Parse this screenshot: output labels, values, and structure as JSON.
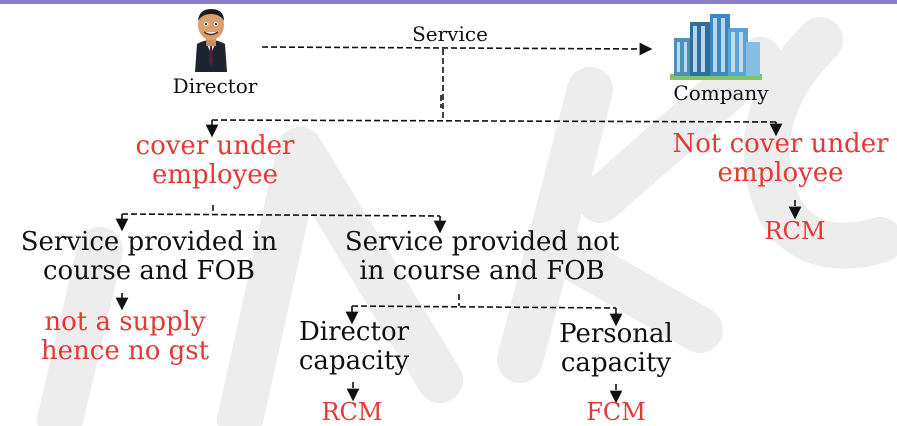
{
  "top": {
    "director_label": "Director",
    "service_label": "Service",
    "company_label": "Company",
    "director_icon": "businessman-caricature-icon",
    "company_icon": "office-buildings-icon"
  },
  "branch_left": {
    "title_line1": "cover under",
    "title_line2": "employee"
  },
  "branch_right": {
    "title_line1": "Not cover under",
    "title_line2": "employee",
    "result": "RCM"
  },
  "course": {
    "line1": "Service provided in",
    "line2": "course and FOB",
    "result_line1": "not a supply",
    "result_line2": "hence no gst"
  },
  "not_course": {
    "line1": "Service provided not",
    "line2": "in course and FOB"
  },
  "director_capacity": {
    "line1": "Director",
    "line2": "capacity",
    "result": "RCM"
  },
  "personal_capacity": {
    "line1": "Personal",
    "line2": "capacity",
    "result": "FCM"
  },
  "colors": {
    "text": "#111111",
    "accent_red": "#e53935",
    "top_bar": "#8a7fc4",
    "watermark": "#ececec"
  }
}
